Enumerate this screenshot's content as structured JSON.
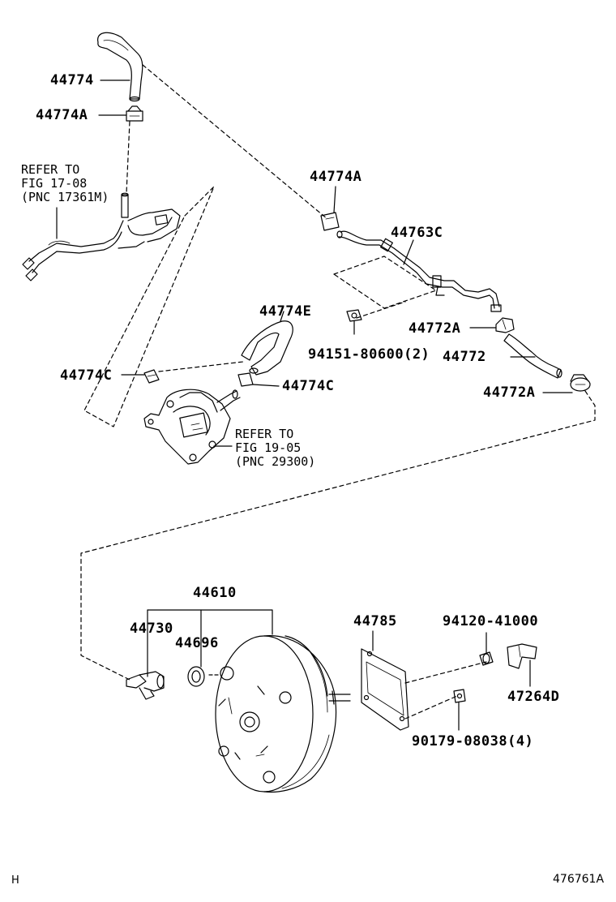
{
  "parts": {
    "p44774": "44774",
    "p44774A_top": "44774A",
    "p44774A_mid": "44774A",
    "p44763C": "44763C",
    "p44772A_1": "44772A",
    "p44772": "44772",
    "p44772A_2": "44772A",
    "p94151": "94151-80600(2)",
    "p44774E": "44774E",
    "p44774C_left": "44774C",
    "p44774C_right": "44774C",
    "p44610": "44610",
    "p44730": "44730",
    "p44696": "44696",
    "p44785": "44785",
    "p94120": "94120-41000",
    "p47264D": "47264D",
    "p90179": "90179-08038(4)"
  },
  "notes": {
    "refer1": [
      "REFER TO",
      "FIG 17-08",
      "(PNC 17361M)"
    ],
    "refer2": [
      "REFER TO",
      "FIG 19-05",
      "(PNC 29300)"
    ]
  },
  "footer": {
    "left_mark": "H",
    "code": "476761A"
  }
}
